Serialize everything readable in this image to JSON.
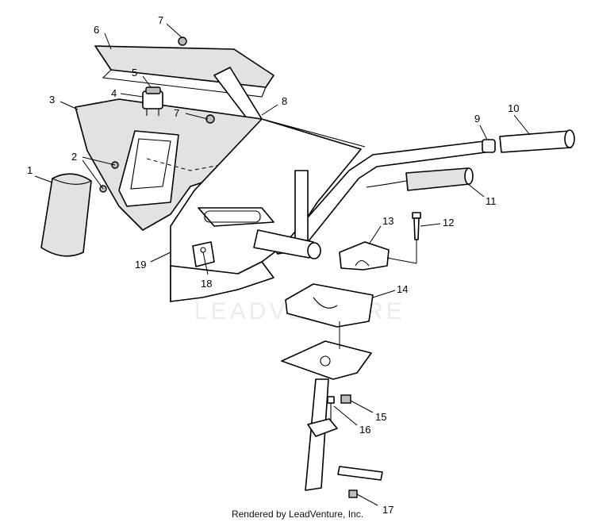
{
  "callouts": [
    {
      "id": "c1",
      "label": "1"
    },
    {
      "id": "c2",
      "label": "2"
    },
    {
      "id": "c3",
      "label": "3"
    },
    {
      "id": "c4",
      "label": "4"
    },
    {
      "id": "c5",
      "label": "5"
    },
    {
      "id": "c6",
      "label": "6"
    },
    {
      "id": "c7a",
      "label": "7"
    },
    {
      "id": "c7b",
      "label": "7"
    },
    {
      "id": "c8",
      "label": "8"
    },
    {
      "id": "c9",
      "label": "9"
    },
    {
      "id": "c10",
      "label": "10"
    },
    {
      "id": "c11",
      "label": "11"
    },
    {
      "id": "c12",
      "label": "12"
    },
    {
      "id": "c13",
      "label": "13"
    },
    {
      "id": "c14",
      "label": "14"
    },
    {
      "id": "c15",
      "label": "15"
    },
    {
      "id": "c16",
      "label": "16"
    },
    {
      "id": "c17",
      "label": "17"
    },
    {
      "id": "c18",
      "label": "18"
    },
    {
      "id": "c19",
      "label": "19"
    }
  ],
  "watermark": "LEADVENTURE",
  "footer": "Rendered by LeadVenture, Inc."
}
